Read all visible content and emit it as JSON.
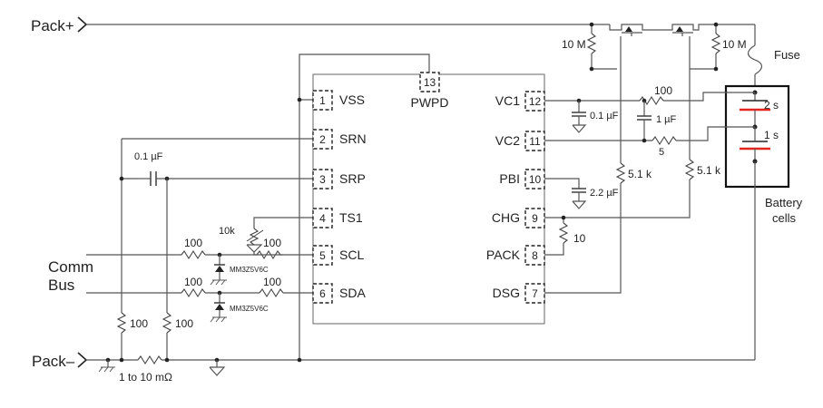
{
  "nets": {
    "pack_plus": "Pack+",
    "pack_minus": "Pack–",
    "comm_bus_line1": "Comm",
    "comm_bus_line2": "Bus",
    "fuse": "Fuse"
  },
  "ic": {
    "left_pins": [
      {
        "num": "1",
        "name": "VSS"
      },
      {
        "num": "2",
        "name": "SRN"
      },
      {
        "num": "3",
        "name": "SRP"
      },
      {
        "num": "4",
        "name": "TS1"
      },
      {
        "num": "5",
        "name": "SCL"
      },
      {
        "num": "6",
        "name": "SDA"
      }
    ],
    "top_pin": {
      "num": "13",
      "name": "PWPD"
    },
    "right_pins": [
      {
        "num": "12",
        "name": "VC1"
      },
      {
        "num": "11",
        "name": "VC2"
      },
      {
        "num": "10",
        "name": "PBI"
      },
      {
        "num": "9",
        "name": "CHG"
      },
      {
        "num": "8",
        "name": "PACK"
      },
      {
        "num": "7",
        "name": "DSG"
      }
    ]
  },
  "components": {
    "r_gate_left": "10 M",
    "r_gate_right": "10 M",
    "c_vc1": "0.1 µF",
    "r_vc1": "100",
    "c_vc1_vc2": "1 µF",
    "r_vc2": "5",
    "c_pbi": "2.2 µF",
    "r_dsg": "5.1 k",
    "r_chg": "5.1 k",
    "r_pack": "10",
    "c_sense": "0.1 µF",
    "ntc": "10k",
    "r_ntc": "100",
    "r_scl": "100",
    "r_scl_series": "100",
    "r_sda": "100",
    "r_sda_series": "100",
    "zener_scl": "MM3Z5V6C",
    "zener_sda": "MM3Z5V6C",
    "r_filter_left": "100",
    "r_filter_right": "100",
    "r_sense": "1 to 10 mΩ"
  },
  "battery": {
    "cell_top": "2 s",
    "cell_bottom": "1 s",
    "label_line1": "Battery",
    "label_line2": "cells"
  }
}
